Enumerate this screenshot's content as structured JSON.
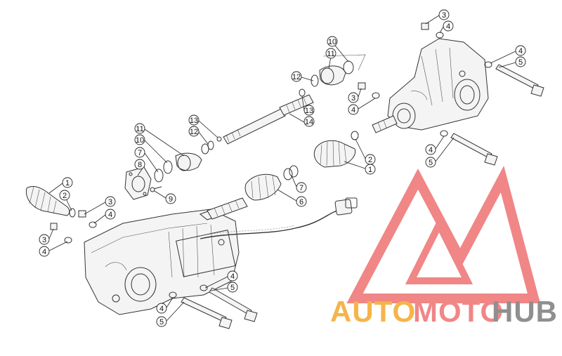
{
  "callouts": [
    {
      "id": "c1a",
      "label": "1"
    },
    {
      "id": "c2a",
      "label": "2"
    },
    {
      "id": "c3a",
      "label": "3"
    },
    {
      "id": "c4a",
      "label": "4"
    },
    {
      "id": "c3b",
      "label": "3"
    },
    {
      "id": "c4b",
      "label": "4"
    },
    {
      "id": "c4c",
      "label": "4"
    },
    {
      "id": "c5a",
      "label": "5"
    },
    {
      "id": "c4d",
      "label": "4"
    },
    {
      "id": "c5b",
      "label": "5"
    },
    {
      "id": "c6a",
      "label": "6"
    },
    {
      "id": "c7a",
      "label": "7"
    },
    {
      "id": "c8a",
      "label": "8"
    },
    {
      "id": "c9a",
      "label": "9"
    },
    {
      "id": "c7b",
      "label": "7"
    },
    {
      "id": "c10a",
      "label": "10"
    },
    {
      "id": "c11a",
      "label": "11"
    },
    {
      "id": "c12a",
      "label": "12"
    },
    {
      "id": "c13a",
      "label": "13"
    },
    {
      "id": "c13b",
      "label": "13"
    },
    {
      "id": "c14a",
      "label": "14"
    },
    {
      "id": "c12b",
      "label": "12"
    },
    {
      "id": "c11b",
      "label": "11"
    },
    {
      "id": "c10b",
      "label": "10"
    },
    {
      "id": "c3c",
      "label": "3"
    },
    {
      "id": "c4e",
      "label": "4"
    },
    {
      "id": "c2b",
      "label": "2"
    },
    {
      "id": "c1b",
      "label": "1"
    },
    {
      "id": "c4f",
      "label": "4"
    },
    {
      "id": "c5c",
      "label": "5"
    },
    {
      "id": "c3d",
      "label": "3"
    },
    {
      "id": "c4g",
      "label": "4"
    },
    {
      "id": "c4h",
      "label": "4"
    },
    {
      "id": "c5d",
      "label": "5"
    }
  ],
  "watermark": {
    "word_auto": "AUTO",
    "word_moto": "MOTO",
    "word_hub": "HUB",
    "color_orange": "#f5b041",
    "color_red": "#f08080",
    "color_gray": "#8a8a8a"
  }
}
